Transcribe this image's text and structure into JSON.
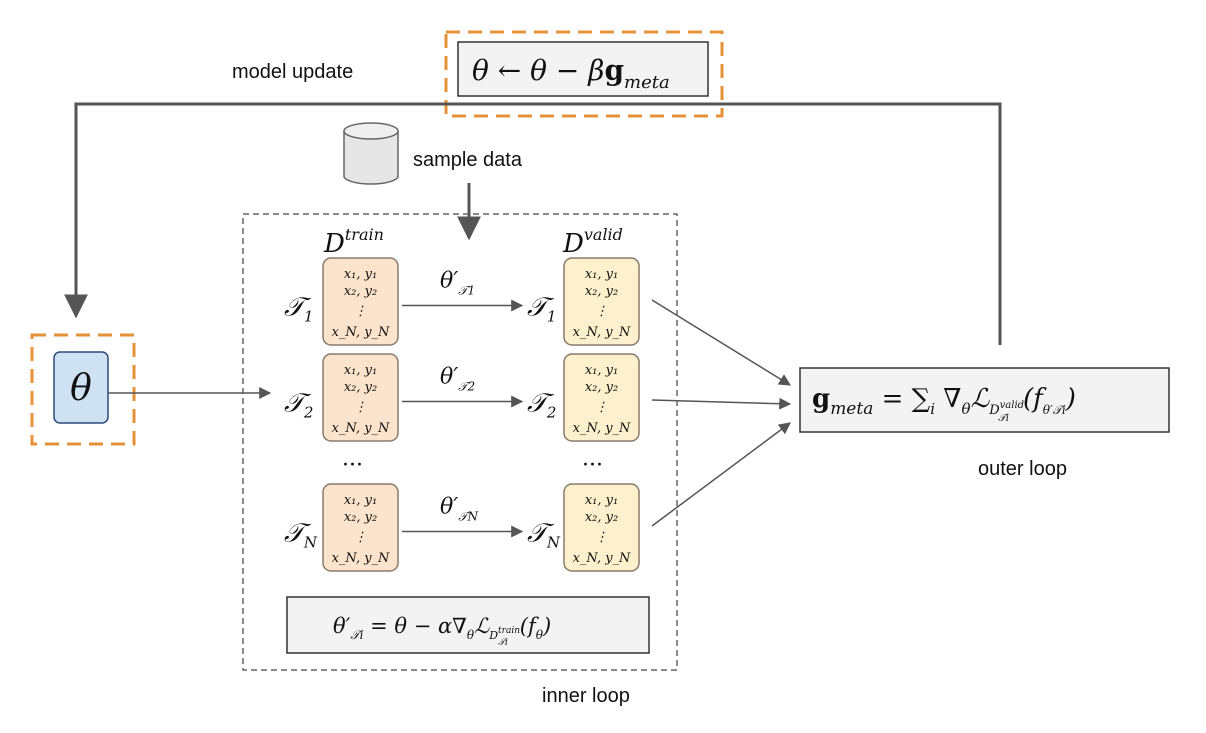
{
  "labels": {
    "model_update": "model update",
    "sample_data": "sample data",
    "outer_loop": "outer loop",
    "inner_loop": "inner loop",
    "d_train_base": "D",
    "d_train_sup": "train",
    "d_valid_base": "D",
    "d_valid_sup": "valid",
    "ellipsis": "···"
  },
  "formulas": {
    "model_update": {
      "lhs": "θ ← θ − β",
      "g": "g",
      "sub": "meta"
    },
    "outer": {
      "g": "g",
      "gsub": "meta",
      "rest": " = ∑",
      "isub": "i",
      "grad": " ∇",
      "gradsub": "θ",
      "L": "ℒ",
      "Lsub": "D",
      "Lsup": "valid",
      "Lsubsub": "𝒯i",
      "arg": "(f",
      "argsub": "θ′𝒯i",
      "close": ")"
    },
    "inner": {
      "lhs": "θ′",
      "lhssub": "𝒯i",
      "rest": " = θ − α∇",
      "gradsub": "θ",
      "L": "ℒ",
      "Lsub": "D",
      "Lsup": "train",
      "Lsubsub": "𝒯i",
      "arg": "(f",
      "argsub": "θ",
      "close": ")"
    },
    "theta": "θ"
  },
  "tasks": [
    {
      "label": "𝒯",
      "sub": "1",
      "arrow_label": "θ′",
      "arrow_sub": "𝒯1"
    },
    {
      "label": "𝒯",
      "sub": "2",
      "arrow_label": "θ′",
      "arrow_sub": "𝒯2"
    },
    {
      "label": "𝒯",
      "sub": "N",
      "arrow_label": "θ′",
      "arrow_sub": "𝒯N"
    }
  ],
  "data_rows": [
    "x₁, y₁",
    "x₂, y₂",
    "⋮",
    "x_N, y_N"
  ],
  "colors": {
    "train_fill": "#fbe3cc",
    "train_stroke": "#8a7a6a",
    "valid_fill": "#fdf0cc",
    "valid_stroke": "#8a7a6a",
    "theta_fill": "#cfe2f3",
    "theta_stroke": "#2a4a7a",
    "highlight_dash": "#e69138",
    "formula_fill": "#f3f3f3",
    "line": "#555555"
  }
}
